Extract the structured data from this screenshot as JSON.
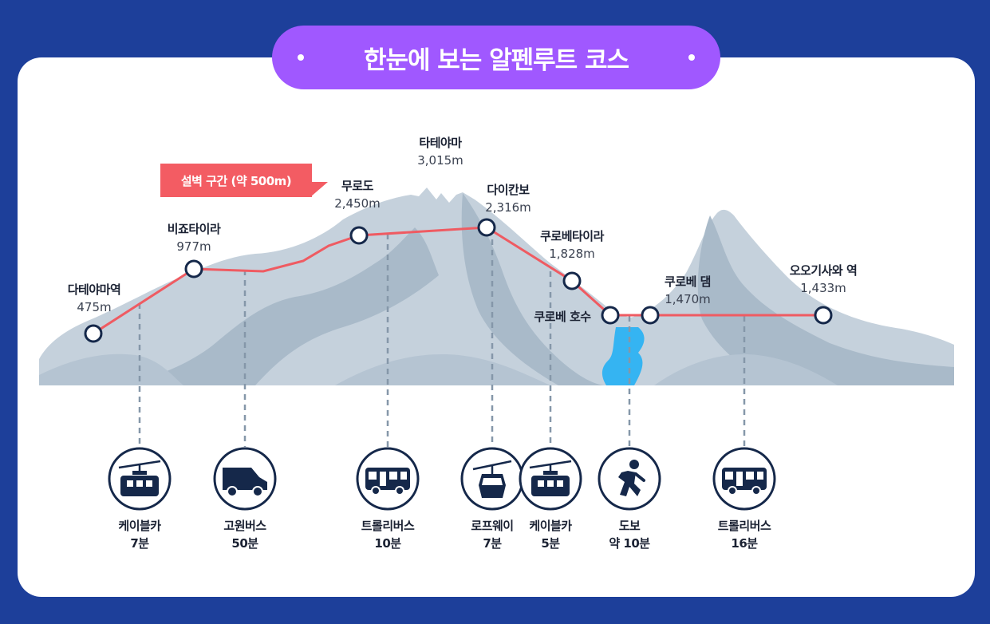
{
  "title": "한눈에 보는 알펜루트 코스",
  "callout": "설벽 구간 (약 500m)",
  "colors": {
    "background": "#1d3f9a",
    "title_pill": "#a058ff",
    "route_line": "#ef5b62",
    "callout": "#f35c63",
    "mountain_light": "#c5d1dc",
    "mountain_dark": "#a7b8c7",
    "lake": "#35b4f2",
    "node_stroke": "#15284a"
  },
  "stations": [
    {
      "name": "다테야마역",
      "elevation": "475m"
    },
    {
      "name": "비죠타이라",
      "elevation": "977m"
    },
    {
      "name": "무로도",
      "elevation": "2,450m"
    },
    {
      "name": "다이칸보",
      "elevation": "2,316m"
    },
    {
      "name": "쿠로베타이라",
      "elevation": "1,828m"
    },
    {
      "name": "쿠로베 호수",
      "elevation": ""
    },
    {
      "name": "쿠로베 댐",
      "elevation": "1,470m"
    },
    {
      "name": "오오기사와 역",
      "elevation": "1,433m"
    }
  ],
  "peak": {
    "name": "타테야마",
    "elevation": "3,015m"
  },
  "transports": [
    {
      "mode": "케이블카",
      "duration": "7분",
      "icon": "cable-car-icon"
    },
    {
      "mode": "고원버스",
      "duration": "50분",
      "icon": "van-bus-icon"
    },
    {
      "mode": "트롤리버스",
      "duration": "10분",
      "icon": "trolley-bus-icon"
    },
    {
      "mode": "로프웨이",
      "duration": "7분",
      "icon": "ropeway-gondola-icon"
    },
    {
      "mode": "케이블카",
      "duration": "5분",
      "icon": "cable-car-icon"
    },
    {
      "mode": "도보",
      "duration": "약 10분",
      "icon": "walking-person-icon"
    },
    {
      "mode": "트롤리버스",
      "duration": "16분",
      "icon": "trolley-bus-icon"
    }
  ]
}
